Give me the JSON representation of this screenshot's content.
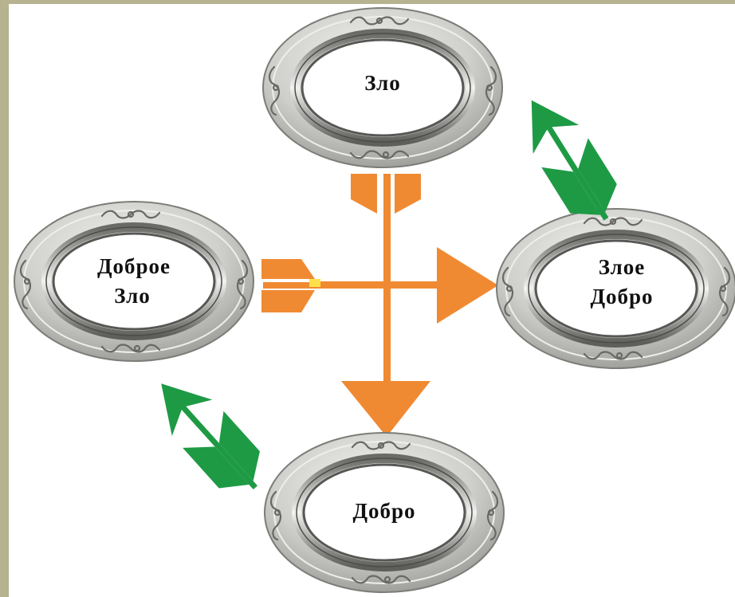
{
  "frames": [
    {
      "id": "top",
      "lines": [
        "Зло"
      ]
    },
    {
      "id": "left",
      "lines": [
        "Доброе",
        "Зло"
      ]
    },
    {
      "id": "right",
      "lines": [
        "Злое",
        "Добро"
      ]
    },
    {
      "id": "bottom",
      "lines": [
        "Добро"
      ]
    }
  ],
  "colors": {
    "orange_arrow": "#f08a32",
    "green_arrow": "#1e9a45",
    "frame_silver": "#c9cac6",
    "frame_dark": "#5a5a58",
    "background": "#ffffff",
    "border_olive": "#b7b28f"
  },
  "icons": [
    "orange-arrow-icon",
    "green-arrow-icon",
    "ornament-icon"
  ]
}
